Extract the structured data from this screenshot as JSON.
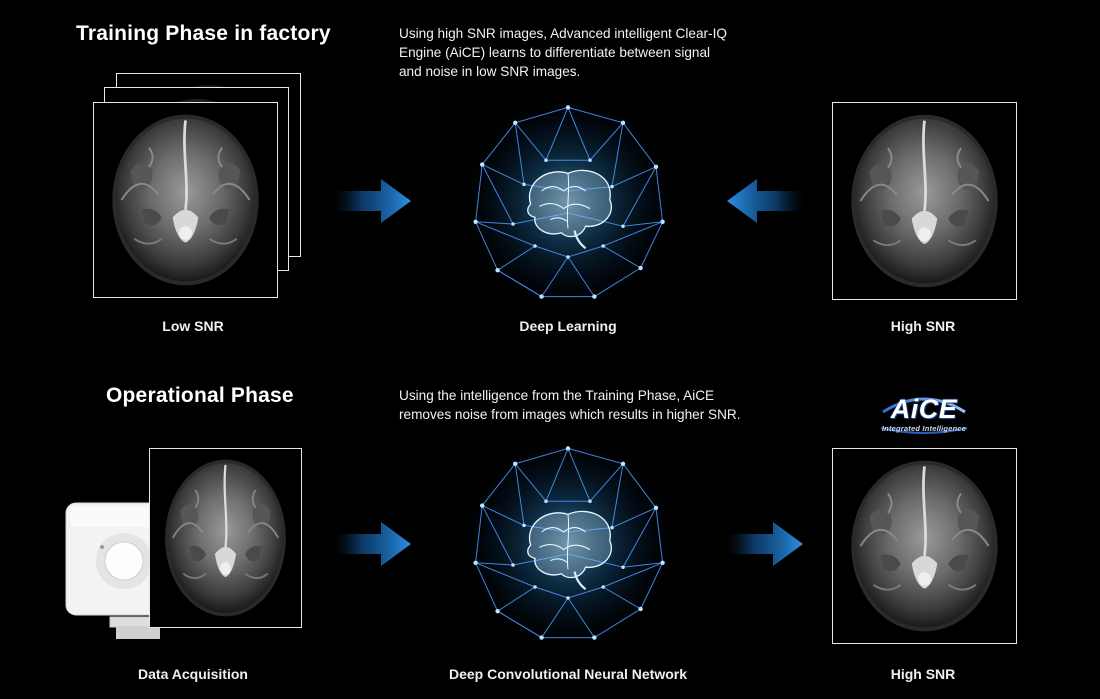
{
  "training": {
    "heading": "Training Phase in factory",
    "description_lines": [
      "Using high SNR images, Advanced intelligent Clear-IQ",
      "Engine (AiCE) learns to differentiate between signal",
      "and noise in low SNR images."
    ],
    "captions": {
      "left": "Low SNR",
      "center": "Deep Learning",
      "right": "High SNR"
    }
  },
  "operational": {
    "heading": "Operational Phase",
    "description_lines": [
      "Using the intelligence from the Training Phase, AiCE",
      "removes noise from images which results in higher SNR."
    ],
    "captions": {
      "left": "Data Acquisition",
      "center": "Deep Convolutional Neural Network",
      "right": "High SNR"
    }
  },
  "logo": {
    "wordmark": "AiCE",
    "tagline": "Integrated Intelligence"
  },
  "icons": {
    "arrow": "right-arrow-icon",
    "arrow_reverse": "left-arrow-icon",
    "brain": "brain-network-icon",
    "scanner": "mri-scanner-icon"
  },
  "colors": {
    "background": "#000000",
    "arrow": "#1f7fd6",
    "orb_glow": "#3aa0e6",
    "network": "#5aa8ff",
    "frame": "#e8e8e8"
  }
}
